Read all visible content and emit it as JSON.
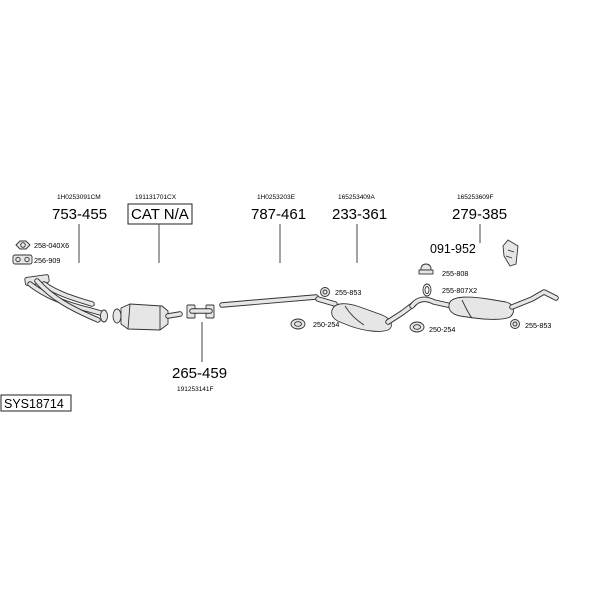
{
  "system_code": "SYS18714",
  "parts": {
    "downpipe": {
      "oe": "1H0253091CM",
      "number": "753-455"
    },
    "catalyst": {
      "oe": "191131701CX",
      "number": "CAT N/A"
    },
    "middle_pipe": {
      "oe": "1H0253203E",
      "number": "787-461"
    },
    "front_silencer": {
      "oe": "165253409A",
      "number": "233-361"
    },
    "rear_silencer": {
      "oe": "165253609F",
      "number": "279-385"
    },
    "connector_pipe": {
      "oe": "191253141F",
      "number": "265-459"
    },
    "mounting_kit": {
      "number": "091-952"
    }
  },
  "accessories": {
    "nut": "258-040X6",
    "gasket": "256-909",
    "clamp_front": "255-853",
    "hanger_front": "250-254",
    "rubber_mount": "255-808",
    "ring": "255-807X2",
    "hanger_rear": "250-254",
    "clamp_rear": "255-853"
  }
}
